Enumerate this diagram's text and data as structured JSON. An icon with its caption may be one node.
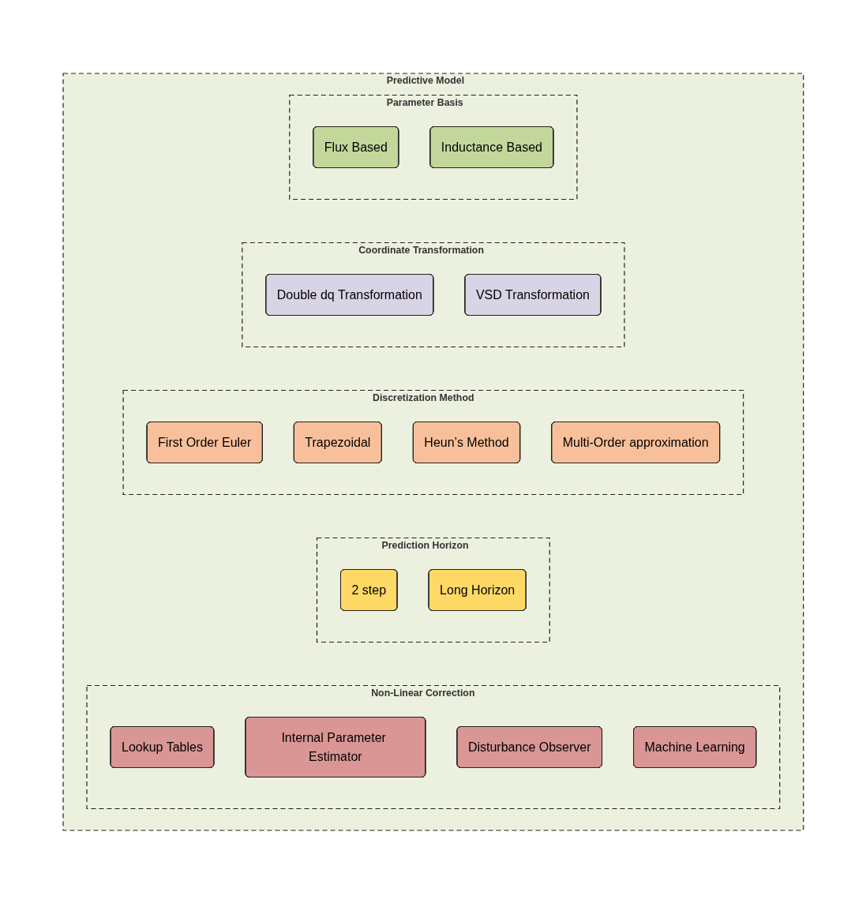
{
  "diagram": {
    "nodes": [
      {
        "text": [
          "Predictive Model"
        ]
      },
      {
        "text": [
          "Parameter Basis"
        ],
        "in": 0
      },
      {
        "text": [
          "Flux Based"
        ],
        "in": 1
      },
      {
        "text": [
          "Inductance Based"
        ],
        "in": 1
      },
      {
        "text": [
          "Coordinate Transformation"
        ],
        "in": 0
      },
      {
        "text": [
          "Double dq Transformation"
        ],
        "in": 4
      },
      {
        "text": [
          "VSD Transformation"
        ],
        "in": 4
      },
      {
        "text": [
          "Discretization Method"
        ],
        "in": 0
      },
      {
        "text": [
          "First Order Euler"
        ],
        "in": 7
      },
      {
        "text": [
          "Trapezoidal"
        ],
        "in": 7
      },
      {
        "text": [
          "Heun’s Method"
        ],
        "in": 7
      },
      {
        "text": [
          "Multi-Order approximation"
        ],
        "in": 7
      },
      {
        "text": [
          "Prediction Horizon"
        ],
        "in": 0
      },
      {
        "text": [
          "2 step"
        ],
        "in": 12
      },
      {
        "text": [
          "Long Horizon"
        ],
        "in": 12
      },
      {
        "text": [
          "Non-Linear Correction"
        ],
        "in": 0
      },
      {
        "text": [
          "Lookup Tables"
        ],
        "in": 15
      },
      {
        "text": [
          "Internal Parameter Estimator"
        ],
        "in": 15
      },
      {
        "text": [
          "Disturbance Observer"
        ],
        "in": 15
      },
      {
        "text": [
          "Machine Learning"
        ],
        "in": 15
      }
    ],
    "edges": []
  }
}
